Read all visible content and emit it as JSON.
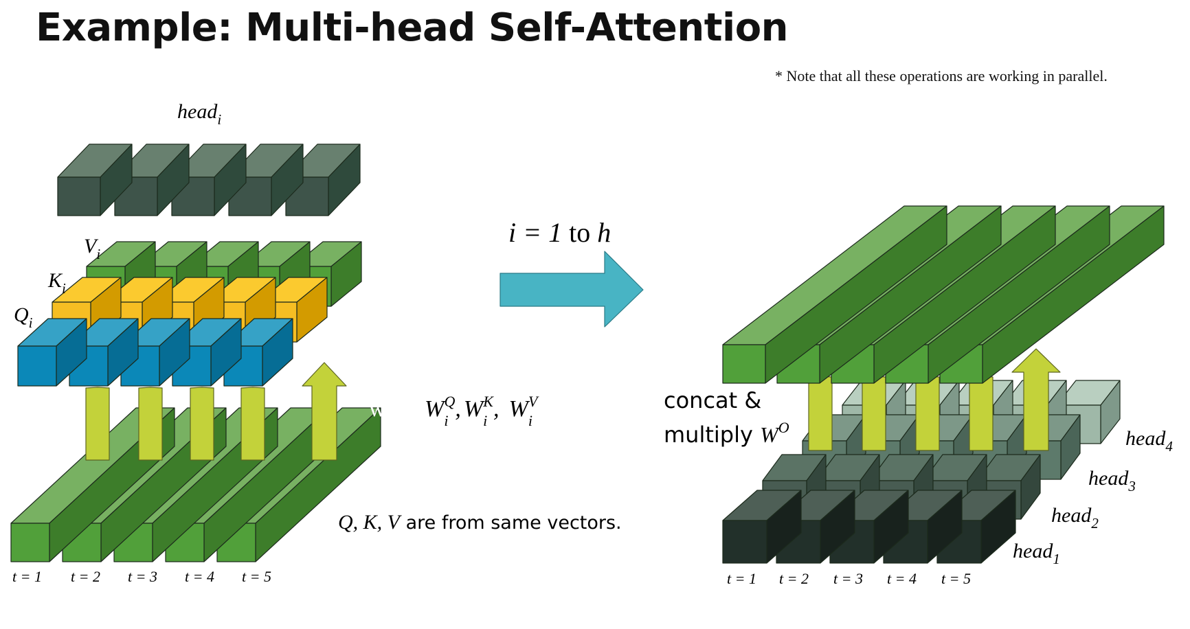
{
  "title": "Example: Multi-head Self-Attention",
  "note": "* Note that all these operations are working in parallel.",
  "left": {
    "head_label": {
      "base": "head",
      "sub": "i"
    },
    "v_label": {
      "base": "V",
      "sub": "i"
    },
    "k_label": {
      "base": "K",
      "sub": "i"
    },
    "q_label": {
      "base": "Q",
      "sub": "i"
    },
    "with_text": "with",
    "weights": [
      {
        "base": "W",
        "sub": "i",
        "sup": "Q",
        "after": ","
      },
      {
        "base": "W",
        "sub": "i",
        "sup": "K",
        "after": ","
      },
      {
        "base": "W",
        "sub": "i",
        "sup": "V",
        "after": ""
      }
    ],
    "qkv_caption_vars": "Q, K, V",
    "qkv_caption_rest": " are from same vectors.",
    "time_labels": [
      "t = 1",
      "t = 2",
      "t = 3",
      "t = 4",
      "t = 5"
    ]
  },
  "middle": {
    "loop_var": "i = 1",
    "loop_to": " to ",
    "loop_end": "h"
  },
  "right": {
    "concat_line1": "concat &",
    "concat_line2": "multiply ",
    "concat_weight": {
      "base": "W",
      "sup": "O"
    },
    "head_labels": [
      {
        "base": "head",
        "sub": "4"
      },
      {
        "base": "head",
        "sub": "3"
      },
      {
        "base": "head",
        "sub": "2"
      },
      {
        "base": "head",
        "sub": "1"
      }
    ],
    "time_labels": [
      "t = 1",
      "t = 2",
      "t = 3",
      "t = 4",
      "t = 5"
    ]
  },
  "colors": {
    "input_green": "#51a03a",
    "qkv_blue": "#0b88b8",
    "key_yellow": "#f6be23",
    "arrow_lime": "#c3d23a",
    "arrow_blue": "#48b4c4",
    "head_dark": "#43594f"
  }
}
